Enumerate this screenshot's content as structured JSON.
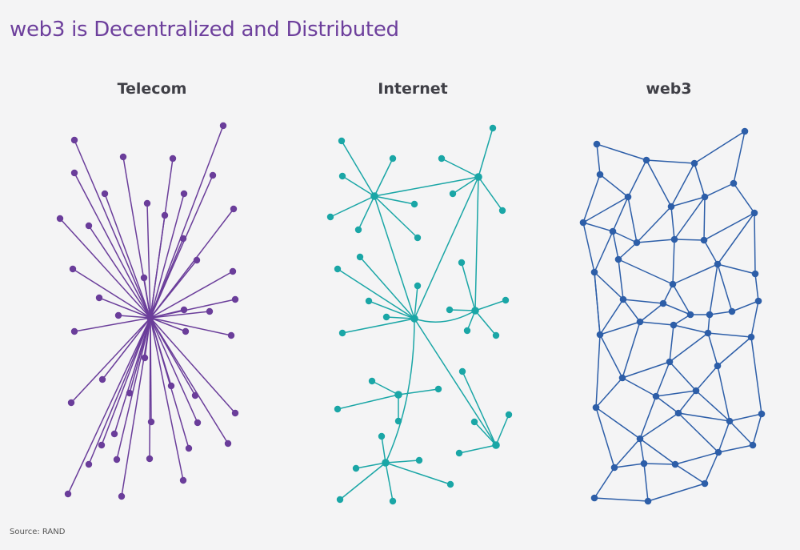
{
  "title": "web3 is Decentralized and Distributed",
  "source": "Source: RAND",
  "colors": {
    "telecom": "#6a3d9a",
    "internet": "#1aa6a6",
    "web3": "#2d5ea8",
    "title": "#6d3f9c"
  },
  "networks": {
    "telecom": {
      "label": "Telecom",
      "topology": "centralized",
      "hub_count": 1,
      "node_count": 45
    },
    "internet": {
      "label": "Internet",
      "topology": "decentralized",
      "hub_count": 7,
      "node_count": 55
    },
    "web3": {
      "label": "web3",
      "topology": "distributed",
      "hub_count": 0,
      "node_count": 58
    }
  }
}
